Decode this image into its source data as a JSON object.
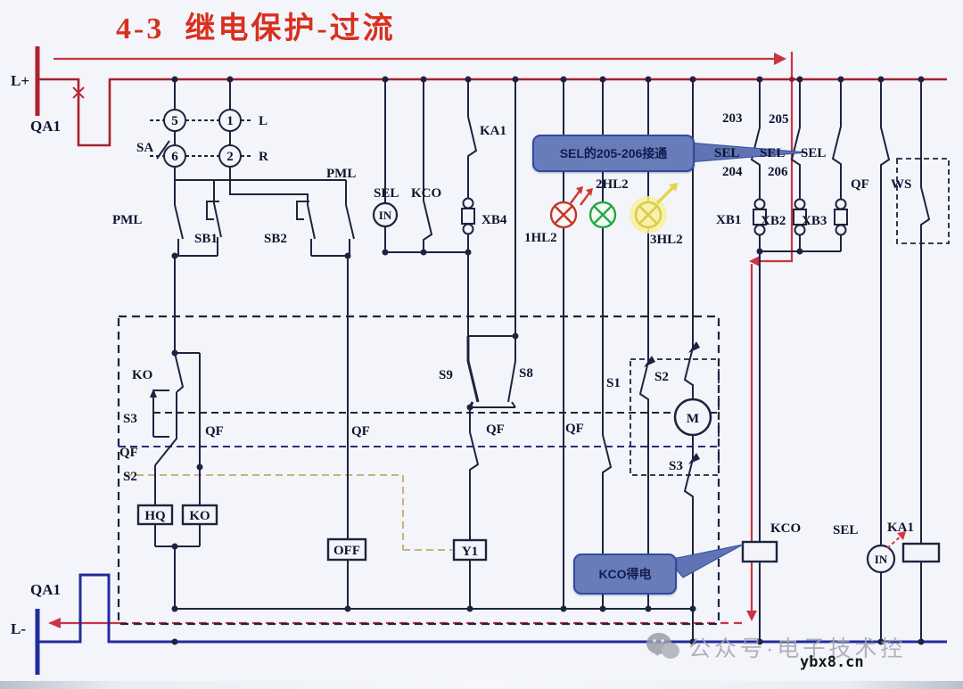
{
  "title": "4-3  继电保护-过流",
  "colors": {
    "bus_red": "#a8212f",
    "trace_red": "#cb3344",
    "line_black": "#1d2440",
    "neutral_blue": "#232a9e",
    "lamp_red": "#c0392b",
    "lamp_green": "#27a844",
    "lamp_yellow": "#ddc94a",
    "callout_fill": "#687cba"
  },
  "labels": {
    "lplus": "L+",
    "lminus": "L-",
    "qa1_top": "QA1",
    "qa1_bot": "QA1",
    "sa": "SA",
    "l": "L",
    "r": "R",
    "c5": "5",
    "c1": "1",
    "c6": "6",
    "c2": "2",
    "pml_left": "PML",
    "pml_top": "PML",
    "sb1": "SB1",
    "sb2": "SB2",
    "sel_in": "SEL",
    "kco_top": "KCO",
    "ka1_top": "KA1",
    "xb4": "XB4",
    "in1": "IN",
    "in2": "IN",
    "hl1": "1HL2",
    "hl2": "2HL2",
    "hl3": "3HL2",
    "n203": "203",
    "n205": "205",
    "n204": "204",
    "n206": "206",
    "sel1": "SEL",
    "sel2": "SEL",
    "sel3": "SEL",
    "xb1": "XB1",
    "xb2": "XB2",
    "xb3": "XB3",
    "qf_ws": "QF",
    "ws": "WS",
    "ko": "KO",
    "s3": "S3",
    "qf_left": "QF",
    "s2": "S2",
    "qf_bypass": "QF",
    "hq_coil": "HQ",
    "ko_coil": "KO",
    "qf_off": "QF",
    "off_coil": "OFF",
    "s9": "S9",
    "s8": "S8",
    "qf_y1": "QF",
    "y1_coil": "Y1",
    "qf_lamp": "QF",
    "s1": "S1",
    "s2_m": "S2",
    "s3_m": "S3",
    "motor": "M",
    "kco_bot": "KCO",
    "sel_bot": "SEL",
    "ka1_bot": "KA1"
  },
  "callouts": {
    "sel_tip": "SEL的205-206接通",
    "kco_tip": "KCO得电"
  },
  "watermark": {
    "account": "公众号·电子技术控",
    "site": "ybx8.cn"
  }
}
